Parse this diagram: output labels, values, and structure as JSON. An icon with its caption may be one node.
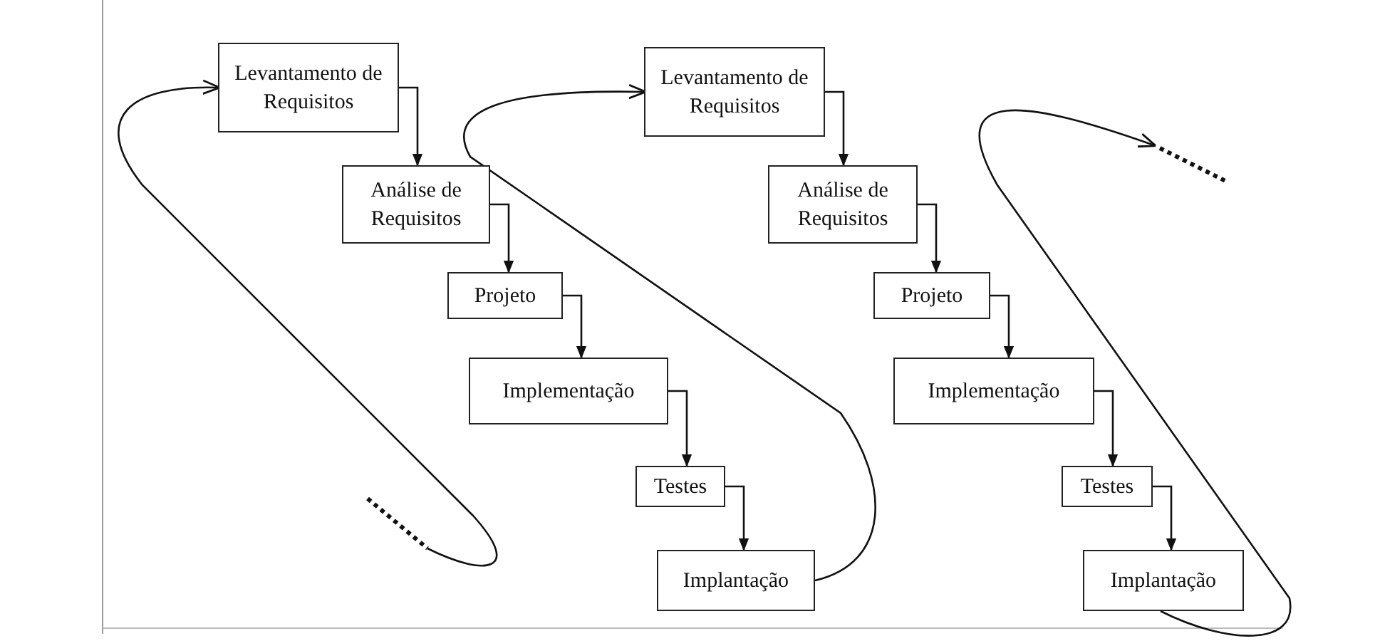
{
  "diagram": {
    "nodes": [
      {
        "text": [
          "Levantamento de Requisitos"
        ]
      },
      {
        "text": [
          "Análise de Requisitos"
        ]
      },
      {
        "text": [
          "Projeto"
        ]
      },
      {
        "text": [
          "Implementação"
        ]
      },
      {
        "text": [
          "Testes"
        ]
      },
      {
        "text": [
          "Implantação"
        ]
      },
      {
        "text": [
          "Levantamento de Requisitos"
        ]
      },
      {
        "text": [
          "Análise de Requisitos"
        ]
      },
      {
        "text": [
          "Projeto"
        ]
      },
      {
        "text": [
          "Implementação"
        ]
      },
      {
        "text": [
          "Testes"
        ]
      },
      {
        "text": [
          "Implantação"
        ]
      }
    ],
    "edges": [
      {
        "from": null,
        "to": 0,
        "arrow": "to"
      },
      {
        "from": 0,
        "to": 1,
        "arrow": "to"
      },
      {
        "from": 1,
        "to": 2,
        "arrow": "to"
      },
      {
        "from": 2,
        "to": 3,
        "arrow": "to"
      },
      {
        "from": 3,
        "to": 4,
        "arrow": "to"
      },
      {
        "from": 4,
        "to": 5,
        "arrow": "to"
      },
      {
        "from": 5,
        "to": 6,
        "arrow": "to"
      },
      {
        "from": 6,
        "to": 7,
        "arrow": "to"
      },
      {
        "from": 7,
        "to": 8,
        "arrow": "to"
      },
      {
        "from": 8,
        "to": 9,
        "arrow": "to"
      },
      {
        "from": 9,
        "to": 10,
        "arrow": "to"
      },
      {
        "from": 10,
        "to": 11,
        "arrow": "to"
      },
      {
        "from": 11,
        "to": null,
        "arrow": "to"
      }
    ]
  }
}
